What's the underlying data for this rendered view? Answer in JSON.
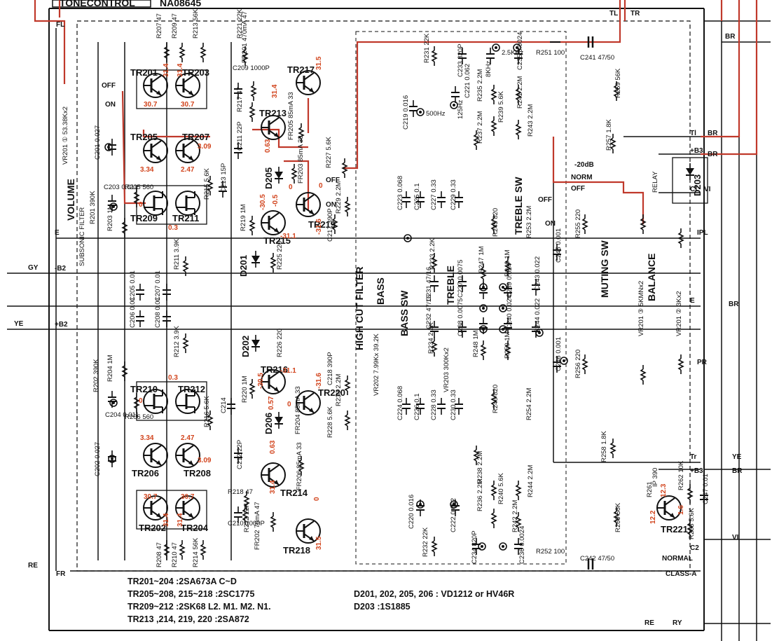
{
  "header": {
    "title": "TONECONTROL",
    "code": "NA08645"
  },
  "colors": {
    "trace": "#c0392b",
    "ink": "#111111",
    "voltage": "#d2451e",
    "paper": "#ffffff"
  },
  "rail_labels": {
    "fl": "FL",
    "fr": "FR",
    "tl": "TL",
    "tr": "TR",
    "br": "BR",
    "e": "E",
    "gy": "GY",
    "ye": "YE",
    "neg_b2": "-B2",
    "pos_b2": "+B2",
    "re": "RE",
    "ry": "RY",
    "ipl": "IPL",
    "pr": "PR",
    "tl2": "Tl",
    "tr2": "Tr",
    "b3": "+B3",
    "vi": "VI",
    "c2": "C2",
    "b3b": "+B3",
    "ci": "CI",
    "vi2": "VI",
    "e2": "E",
    "br2": "BR",
    "br3": "BR",
    "br4": "BR",
    "ye2": "YE",
    "br5": "BR"
  },
  "switch_labels": {
    "off": "OFF",
    "on": "ON",
    "off2": "OFF",
    "on2": "ON",
    "off3": "OFF",
    "on3": "ON",
    "minus20": "-20dB",
    "norm": "NORM",
    "off4": "OFF",
    "normal": "NORMAL",
    "class_a": "CLASS-A"
  },
  "sections": {
    "volume": "VOLUME",
    "subsonic": "SUBSONIC FILTER",
    "vr201": "VR201 ① 53.38Kx2",
    "high_cut": "HIGH CUT FILTER",
    "bass": "BASS",
    "bass_sw": "BASS SW",
    "treble": "TREBLE",
    "treble_sw": "TREBLE SW",
    "muting_sw": "MUTING SW",
    "balance": "BALANCE",
    "vr201_3": "VR201 ③ 5KMNx2",
    "vr201_2": "VR201 ② 3Kx2",
    "relay": "RELAY",
    "vr202": "VR202 7.99Kx 39.2K",
    "vr203": "VR203 300Kx2"
  },
  "transistors": [
    "TR201",
    "TR203",
    "TR205",
    "TR207",
    "TR209",
    "TR211",
    "TR213",
    "TR215",
    "TR217",
    "TR219",
    "TR202",
    "TR204",
    "TR206",
    "TR208",
    "TR210",
    "TR212",
    "TR214",
    "TR216",
    "TR218",
    "TR220",
    "TR221"
  ],
  "diodes": [
    "D201",
    "D202",
    "D203",
    "D205",
    "D206"
  ],
  "parts": {
    "r207": "R207 47",
    "r209": "R209 47",
    "r213": "R213 56K",
    "r221": "R221 22K",
    "c209": "C209 1000P",
    "fr201": "FR201 470mA 47",
    "r217": "R217 47",
    "c211": "C211 22P",
    "c213": "C213 15P",
    "r219": "R219 1M",
    "r225": "R225 220",
    "r215": "R215 5.6K",
    "r205": "R205 560",
    "c203": "C203 0.011",
    "c201": "C201 0.027",
    "r201": "R201 390K",
    "r203": "R203 1M",
    "r211": "R211 3.9K",
    "c205": "C205 0.01",
    "c207": "C207 0.01",
    "c206": "C206 0.01",
    "c208": "C208 0.01",
    "r212": "R212 3.9K",
    "r226": "R226 220",
    "fr205": "FR205 85mA 33",
    "fr203": "FR203 85mA 33",
    "r227": "R227 5.6K",
    "r229": "R229 2.2M",
    "c217": "C217 390P",
    "r202": "R202 390K",
    "r204": "R204 1M",
    "c204": "C204 0.011",
    "r206": "R206 560",
    "c202": "C202 0.027",
    "r216": "R216 5.6K",
    "c214": "C214",
    "r220": "R220 1M",
    "c212": "C212 22P",
    "r218": "R218 47",
    "r222": "R222 22K",
    "c210": "C210 1000P",
    "fr202": "FR202 70mA 47",
    "fr206": "FR206 85mA 33",
    "fr204": "FR204 85mA 33",
    "r208": "R208 47",
    "r210": "R210 47",
    "r214": "R214 56K",
    "c218": "C218 390P",
    "r230": "R230 2.2M",
    "r228": "R228 5.6K",
    "r231": "R231 22K",
    "c233": "C233 820P",
    "c235": "C235 0.0024",
    "r251": "R251 100",
    "c241": "C241 47/50",
    "r259": "R259 56K",
    "r241": "R241 2.2M",
    "r243": "R243 2.2M",
    "r239": "R239 5.6K",
    "r235": "R235 2.2M",
    "r237": "R237 2.2M",
    "c219": "C219 0.016",
    "c221": "C221 0.062",
    "c223": "C223 0.068",
    "c225": "C225 0.1",
    "c227": "C227 0.33",
    "c229": "C229 0.33",
    "r245": "R245 820",
    "r233": "R233 2.2K",
    "c231": "C231 47/16",
    "c237": "C237 0.0075",
    "r247": "R247 1M",
    "r249": "R249 1M",
    "c239": "C239 0.024",
    "c243": "C243 0.022",
    "c245": "C245 0.001",
    "r253": "R253 2.2M",
    "r255": "R255 220",
    "r257": "R257 1.8K",
    "r234": "R234 2.2K",
    "c232": "C232 47/16",
    "c238": "C238 0.0075",
    "r248": "R248 1M",
    "r250": "R250 1M",
    "c240": "C240 0.024",
    "c244": "C244 0.022",
    "c246": "C246 0.001",
    "r256": "R256 220",
    "r254": "R254 2.2M",
    "r258": "R258 1.8K",
    "c224": "C224 0.068",
    "c226": "C226 0.1",
    "c228": "C228 0.33",
    "c230": "C230 0.33",
    "r246": "R246 820",
    "c220": "C220 0.016",
    "c222": "C222 0.062",
    "r232": "R232 22K",
    "c234": "C234 820P",
    "r236": "R236 2.2M",
    "r238": "R238 2.2M",
    "r240": "R240 5.6K",
    "r242": "R242 2.2M",
    "r244": "R244 2.2M",
    "c236": "C236 0.0024",
    "r252": "R252 100",
    "c242": "C242 47/50",
    "r260": "R260 56K",
    "r261": "R261",
    "ip390": "IP 390",
    "r262": "R262 10K",
    "c247": "C247 0.01",
    "r263": "R263 5.6K",
    "f500": "500Hz",
    "f125": "125Hz",
    "f8k": "8KHz",
    "f25k": "2.5KHz"
  },
  "voltages": {
    "v1": "31.4",
    "v2": "31.4",
    "v3": "30.7",
    "v4": "30.7",
    "v5": "31.5",
    "v6": "31.4",
    "v7": "3.34",
    "v8": "2.47",
    "v9": "3.09",
    "v10": "0",
    "v11": "0.3",
    "v12": "0.63",
    "v13": "0",
    "v14": "-30.5",
    "v15": "-0.5",
    "v16": "-31.1",
    "v17": "-31.6",
    "v18": "0",
    "v19": "0.3",
    "v20": "0",
    "v21": "-31.1",
    "v22": "-31.6",
    "v23": "-30.5",
    "v24": "0.57",
    "v25": "0",
    "v26": "3.34",
    "v27": "2.47",
    "v28": "3.09",
    "v29": "0.63",
    "v30": "31.4",
    "v31": "30.7",
    "v32": "30.7",
    "v33": "31.4",
    "v34": "31.4",
    "v35": "31.5",
    "v36": "0",
    "v37": "12.3",
    "v38": "1.6",
    "v39": "12.2"
  },
  "notes": {
    "line1": "TR201~204 :2SA673A C~D",
    "line2": "TR205~208, 215~218 :2SC1775",
    "line3": "TR209~212 :2SK68 L2. M1. M2. N1.",
    "line4": "TR213 ,214, 219, 220 :2SA872",
    "line5": "D201, 202, 205, 206 : VD1212 or HV46R",
    "line6": "D203 :1S1885"
  }
}
